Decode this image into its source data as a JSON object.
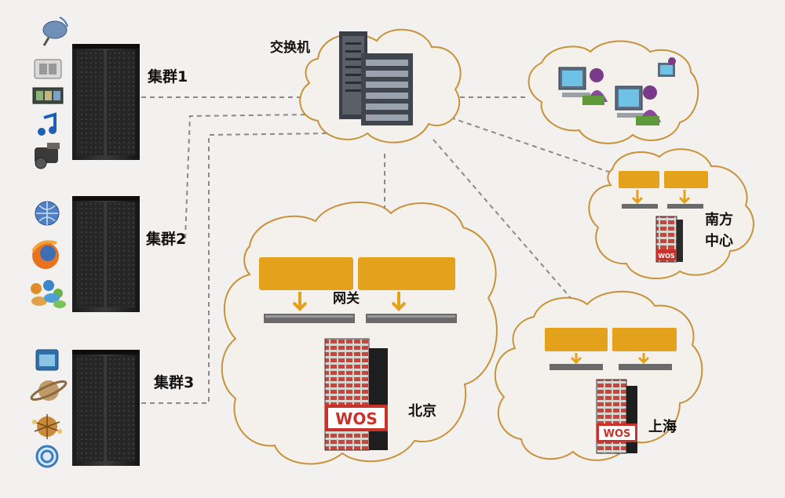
{
  "clusters": [
    {
      "label": "集群1",
      "icons": [
        "satellite-icon",
        "film-icon",
        "photo-strip-icon",
        "music-note-icon",
        "video-camera-icon"
      ]
    },
    {
      "label": "集群2",
      "icons": [
        "globe-icon",
        "browser-icon",
        "users-icon"
      ]
    },
    {
      "label": "集群3",
      "icons": [
        "app-window-icon",
        "planet-icon",
        "network-globe-icon",
        "rings-icon"
      ]
    }
  ],
  "switch_label": "交换机",
  "gateway_label": "网关",
  "centers": {
    "beijing": "北京",
    "south": "南方中心",
    "shanghai": "上海"
  },
  "wos_logo": "WOS",
  "colors": {
    "cloud_stroke": "#c8923a",
    "gateway_fill": "#e4a11c",
    "link": "#8a8a8a",
    "server_red": "#c8322b"
  }
}
